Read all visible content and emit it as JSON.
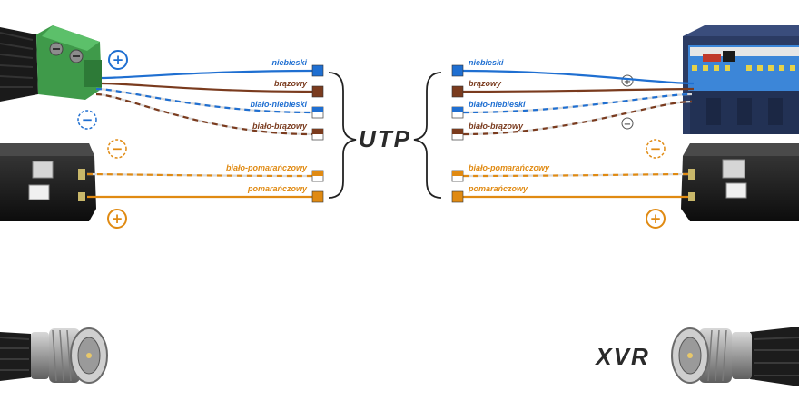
{
  "utp_label": "UTP",
  "xvr_label": "XVR",
  "left_wires": [
    {
      "label": "niebieski",
      "color": "#1f6fd1",
      "stripe": false
    },
    {
      "label": "brązowy",
      "color": "#7a3b1e",
      "stripe": false
    },
    {
      "label": "biało-niebieski",
      "color": "#1f6fd1",
      "stripe": true
    },
    {
      "label": "biało-brązowy",
      "color": "#7a3b1e",
      "stripe": true
    },
    {
      "label": "biało-pomarańczowy",
      "color": "#e08a12",
      "stripe": true
    },
    {
      "label": "pomarańczowy",
      "color": "#e08a12",
      "stripe": false
    }
  ],
  "right_wires": [
    {
      "label": "niebieski",
      "color": "#1f6fd1",
      "stripe": false
    },
    {
      "label": "brązowy",
      "color": "#7a3b1e",
      "stripe": false
    },
    {
      "label": "biało-niebieski",
      "color": "#1f6fd1",
      "stripe": true
    },
    {
      "label": "biało-brązowy",
      "color": "#7a3b1e",
      "stripe": true
    },
    {
      "label": "biało-pomarańczowy",
      "color": "#e08a12",
      "stripe": true
    },
    {
      "label": "pomarańczowy",
      "color": "#e08a12",
      "stripe": false
    }
  ],
  "symbols": {
    "plus": "+",
    "minus": "−"
  },
  "colors": {
    "blue": "#1f6fd1",
    "brown": "#7a3b1e",
    "orange": "#e08a12",
    "terminal_green": "#3f9a4a",
    "psu_navy": "#2b3b63"
  }
}
